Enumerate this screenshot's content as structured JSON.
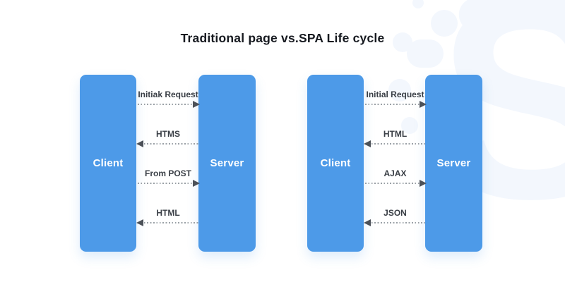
{
  "title": "Traditional page vs.SPA Life cycle",
  "colors": {
    "box_blue": "#4D9AE8",
    "arrow_gray": "#9AA0A6",
    "arrowhead_gray": "#4C5158",
    "label_dark": "#3A3F46",
    "title_dark": "#16191F",
    "watermark_blue": "#F3F7FD"
  },
  "watermark": {
    "letter": "S"
  },
  "diagrams": [
    {
      "id": "traditional-page",
      "client_label": "Client",
      "server_label": "Server",
      "arrows": [
        {
          "label": "Initiak Request",
          "direction": "right"
        },
        {
          "label": "HTMS",
          "direction": "left"
        },
        {
          "label": "From POST",
          "direction": "right"
        },
        {
          "label": "HTML",
          "direction": "left"
        }
      ]
    },
    {
      "id": "spa",
      "client_label": "Client",
      "server_label": "Server",
      "arrows": [
        {
          "label": "Initial Request",
          "direction": "right"
        },
        {
          "label": "HTML",
          "direction": "left"
        },
        {
          "label": "AJAX",
          "direction": "right"
        },
        {
          "label": "JSON",
          "direction": "left"
        }
      ]
    }
  ]
}
